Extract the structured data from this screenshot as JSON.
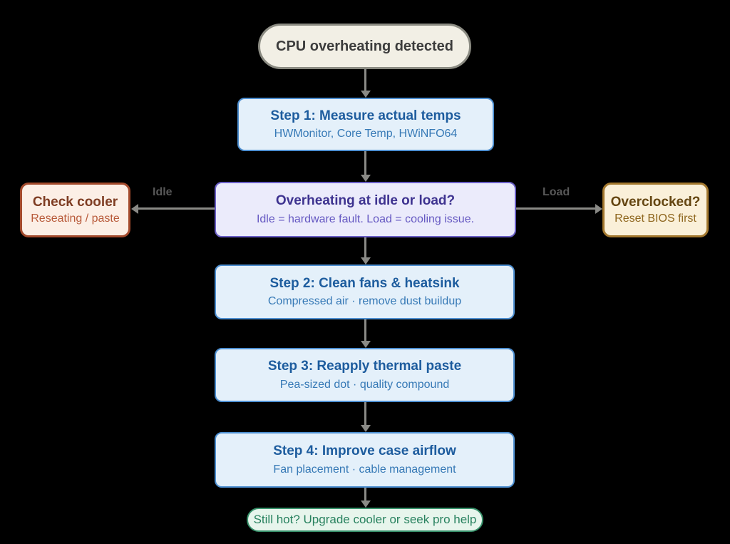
{
  "diagram": {
    "type": "flowchart",
    "topic": "CPU overheating troubleshooting",
    "nodes": {
      "start": {
        "label": "CPU overheating detected"
      },
      "step1": {
        "title": "Step 1: Measure actual temps",
        "subtitle": "HWMonitor, Core Temp, HWiNFO64"
      },
      "decision": {
        "title": "Overheating at idle or load?",
        "subtitle": "Idle = hardware fault. Load = cooling issue."
      },
      "idle_branch": {
        "title": "Check cooler",
        "subtitle": "Reseating / paste"
      },
      "load_branch": {
        "title": "Overclocked?",
        "subtitle": "Reset BIOS first"
      },
      "step2": {
        "title": "Step 2: Clean fans & heatsink",
        "subtitle": "Compressed air · remove dust buildup"
      },
      "step3": {
        "title": "Step 3: Reapply thermal paste",
        "subtitle": "Pea-sized dot · quality compound"
      },
      "step4": {
        "title": "Step 4: Improve case airflow",
        "subtitle": "Fan placement · cable management"
      },
      "end": {
        "label": "Still hot? Upgrade cooler or seek pro help"
      }
    },
    "edge_labels": {
      "idle": "Idle",
      "load": "Load"
    },
    "colors": {
      "background": "#000000",
      "arrow": "#8a8a86",
      "edge_label": "#585858",
      "start_fill": "#f2efe5",
      "start_border": "#8b8b82",
      "start_text": "#3c3c3c",
      "step_fill": "#e4f0fa",
      "step_border": "#4d8fd1",
      "step_title": "#1d5c9e",
      "step_subtitle": "#3679b6",
      "decision_fill": "#ebebfb",
      "decision_border": "#6a5fc6",
      "decision_title": "#3e3390",
      "decision_subtitle": "#6558c2",
      "idle_fill": "#fcefe6",
      "idle_border": "#a34a2c",
      "idle_title": "#7e3c22",
      "idle_subtitle": "#b85a3a",
      "load_fill": "#faf0d9",
      "load_border": "#a3782e",
      "load_title": "#644510",
      "load_subtitle": "#8f671f",
      "end_fill": "#e7f5ec",
      "end_border": "#38926b",
      "end_text": "#27815e"
    }
  }
}
